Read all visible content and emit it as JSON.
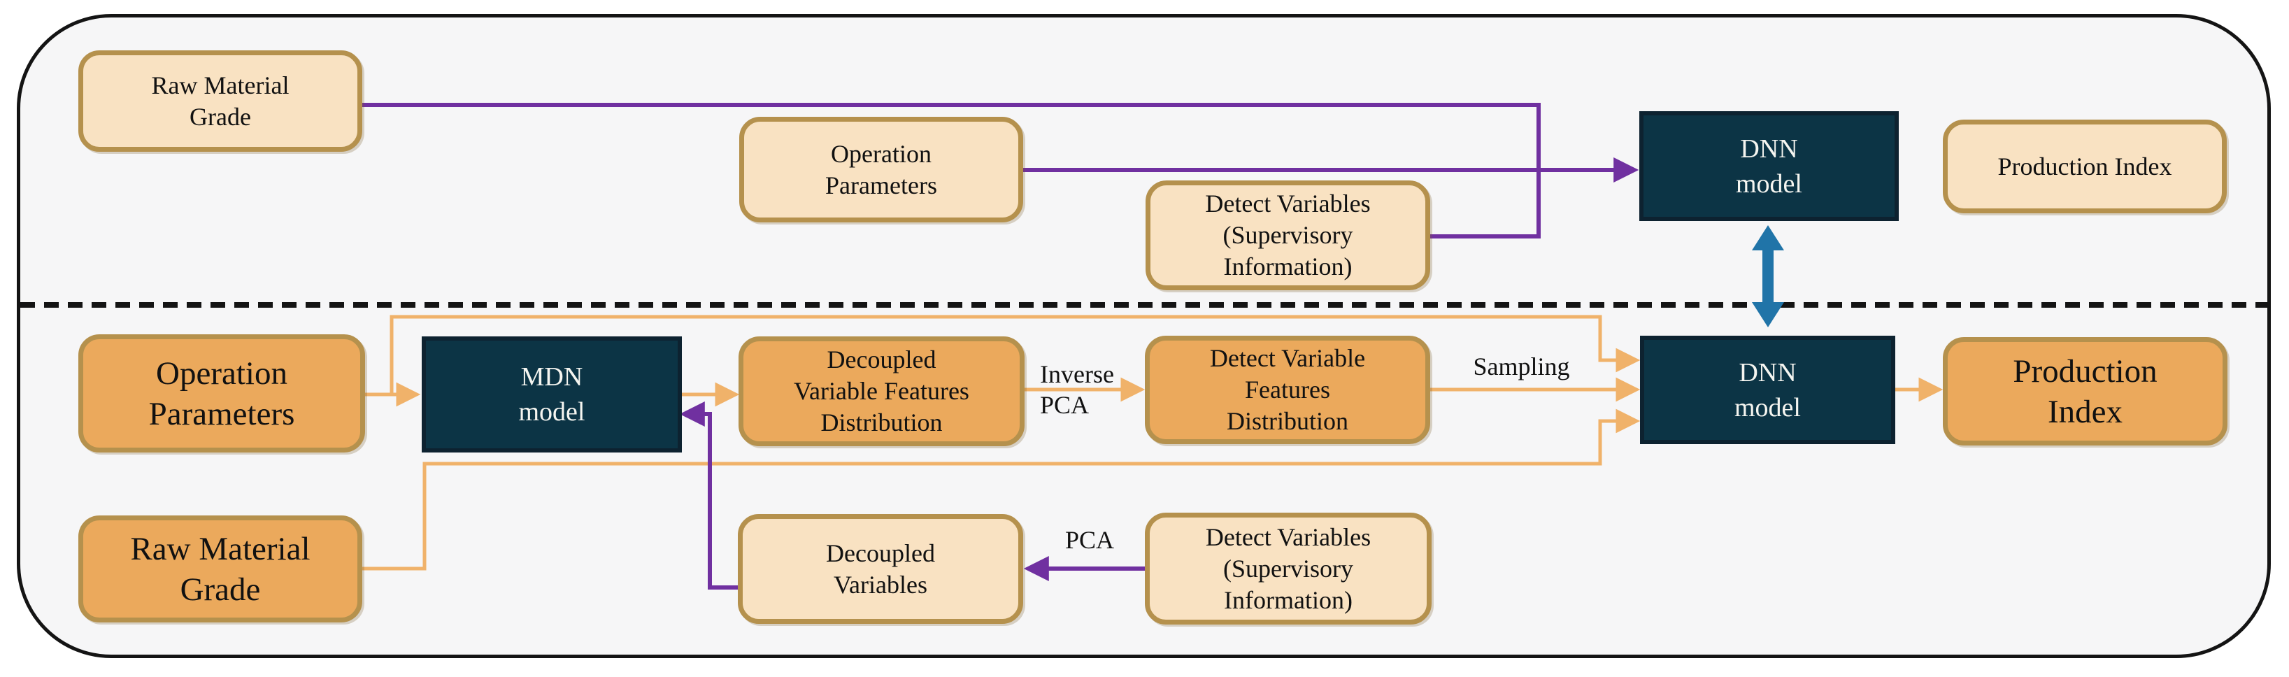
{
  "palette": {
    "canvas_fill": "#f6f6f7",
    "frame_border": "#141414",
    "peach_fill": "#f9e2c2",
    "orange_fill": "#eba95c",
    "box_border_tan": "#b5914d",
    "navy_fill": "#0c3445",
    "navy_border": "#0d2230",
    "purple_connector": "#7030a0",
    "orange_connector": "#f0b26a",
    "blue_arrow": "#2074a8"
  },
  "top_row": {
    "raw_material_grade": "Raw Material\nGrade",
    "operation_parameters": "Operation\nParameters",
    "detect_variables": "Detect Variables\n(Supervisory\nInformation)",
    "dnn_model": "DNN\nmodel",
    "production_index": "Production Index"
  },
  "bottom_row": {
    "operation_parameters": "Operation\nParameters",
    "mdn_model": "MDN\nmodel",
    "decoupled_variable_features_distribution": "Decoupled\nVariable Features\nDistribution",
    "detect_variable_features_distribution": "Detect Variable\nFeatures\nDistribution",
    "dnn_model": "DNN\nmodel",
    "production_index": "Production\nIndex",
    "raw_material_grade": "Raw Material\nGrade",
    "decoupled_variables": "Decoupled\nVariables",
    "detect_variables": "Detect Variables\n(Supervisory\nInformation)"
  },
  "edge_labels": {
    "inverse_pca": "Inverse\nPCA",
    "sampling": "Sampling",
    "pca": "PCA"
  }
}
